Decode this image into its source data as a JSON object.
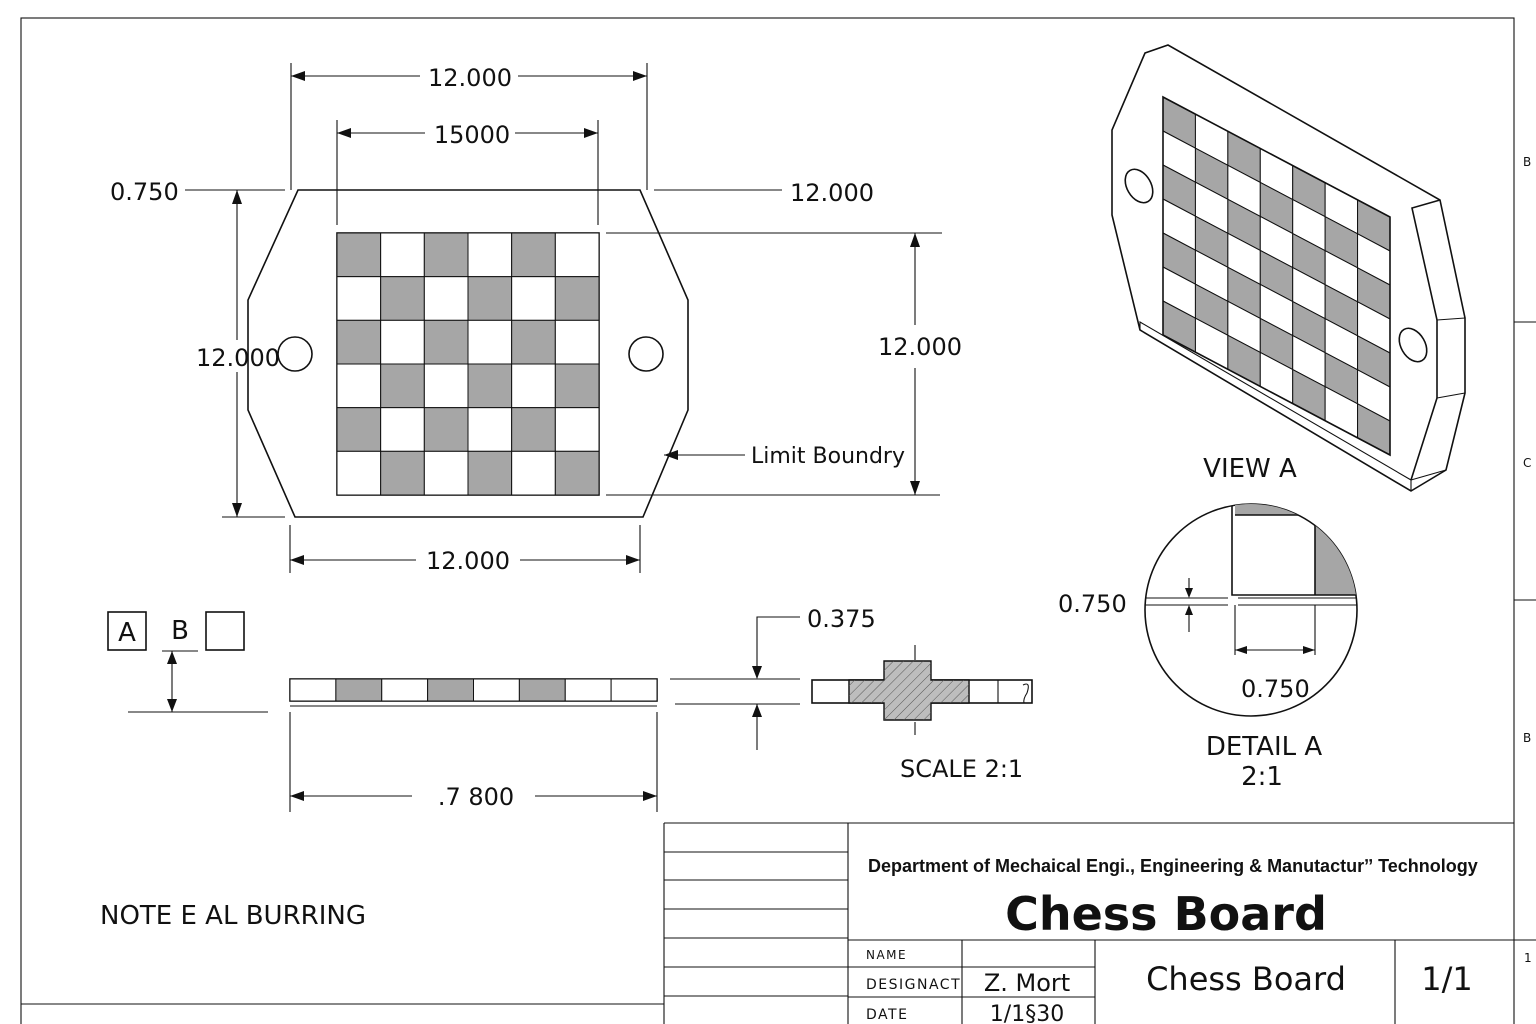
{
  "dimensions": {
    "top_width": "12.000",
    "board_width": "15000",
    "left_offset": "0.750",
    "right_offset": "12.000",
    "left_height": "12.000",
    "right_height": "12.000",
    "bottom_width": "12.000",
    "thickness": "0.375",
    "side_length": ".7 800",
    "detail_horizontal": "0.750",
    "detail_vertical": "0.750"
  },
  "labels": {
    "limit_boundary": "Limit Boundry",
    "view_a": "VIEW A",
    "detail_title": "DETAIL A",
    "detail_scale": "2:1",
    "section_scale": "SCALE 2:1",
    "note": "NOTE  E AL BURRING",
    "datum_a": "A",
    "datum_b": "B"
  },
  "zones": {
    "z1": "B",
    "z2": "C",
    "z3": "B",
    "z4": "1"
  },
  "title_block": {
    "department": "Department of Mechaical Engi., Engineering & Manutacturˮ Technology",
    "title": "Chess Board",
    "name_label": "NAME",
    "designer_label": "DESIGNACT",
    "date_label": "DATE",
    "designer": "Z. Mort",
    "date": "1/1§30",
    "part_name": "Chess Board",
    "sheet": "1/1"
  },
  "colors": {
    "dark_square": "#a6a6a6",
    "line": "#111111"
  }
}
